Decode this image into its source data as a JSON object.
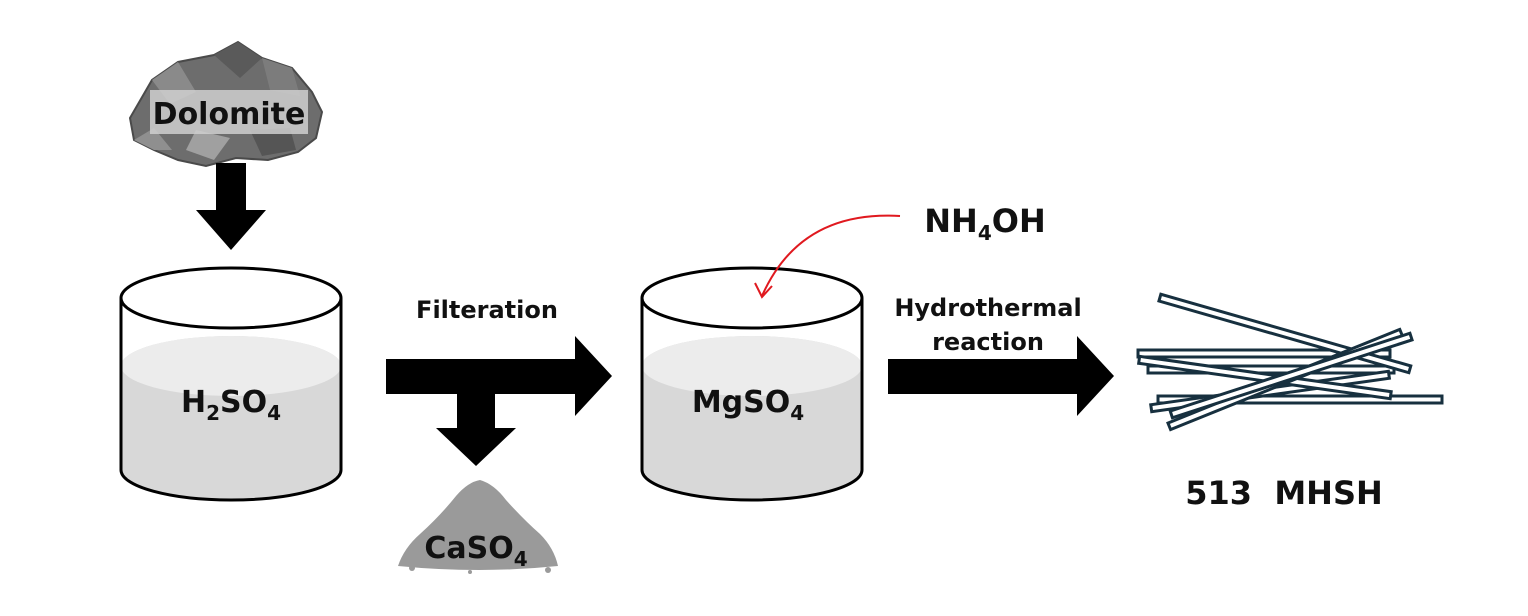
{
  "labels": {
    "dolomite": "Dolomite",
    "h2so4": {
      "main1": "H",
      "sub1": "2",
      "main2": "SO",
      "sub2": "4"
    },
    "filteration": "Filteration",
    "caso4": {
      "main": "CaSO",
      "sub": "4"
    },
    "mgso4": {
      "main": "MgSO",
      "sub": "4"
    },
    "nh4oh": {
      "main1": "NH",
      "sub": "4",
      "main2": "OH"
    },
    "hydrothermal_line1": "Hydrothermal",
    "hydrothermal_line2": "reaction",
    "product": "513  MHSH"
  },
  "colors": {
    "arrow": "#000000",
    "reagent_arrow": "#e0191f",
    "liquid": "#d8d8d8",
    "liquid_top": "#ececec",
    "rock": "#6d6d6d",
    "powder": "#9a9a9a",
    "rod_stroke": "#17303f"
  }
}
